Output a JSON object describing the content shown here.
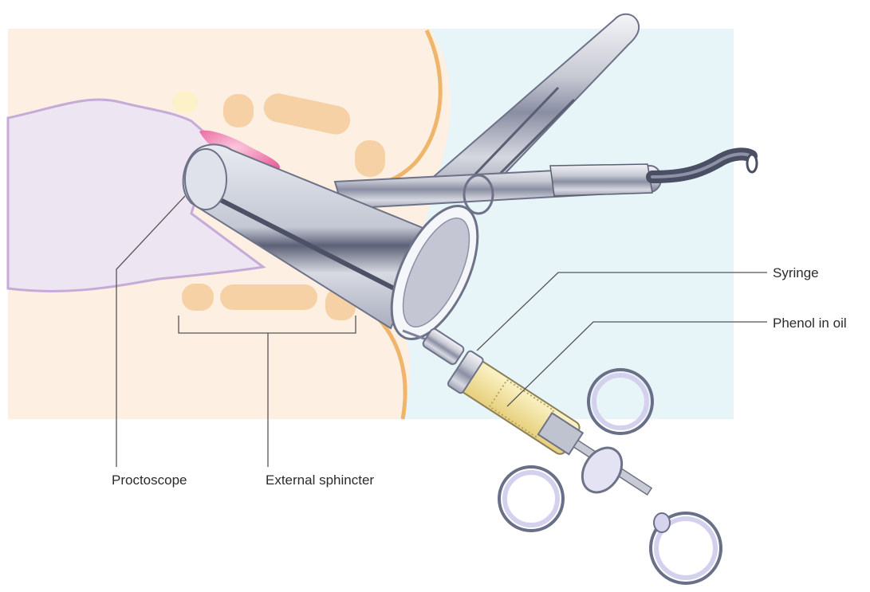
{
  "labels": {
    "proctoscope": "Proctoscope",
    "external_sphincter": "External sphincter",
    "syringe": "Syringe",
    "phenol_in_oil": "Phenol in oil"
  },
  "colors": {
    "tissue_bg": "#fdeedd",
    "blue_bg": "#e9f5f8",
    "rectum": "#eee4f3",
    "rectum_outline": "#c5acd8",
    "muscle": "#f6cda0",
    "skin_line": "#efb56a",
    "pile": "#f080ae",
    "metal": "#c9cbd4",
    "metal_dark": "#7f8398",
    "syringe_rings": "#c8c4e6",
    "oil": "#f1e3a3",
    "tube": "#6a6f82",
    "leader": "#555555"
  }
}
